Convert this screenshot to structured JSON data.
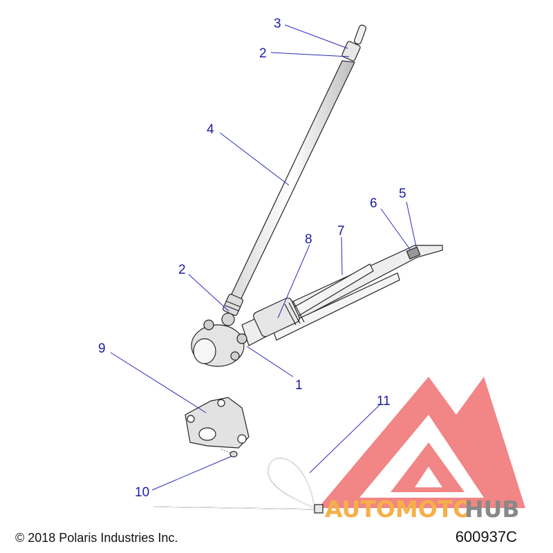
{
  "callouts": [
    {
      "id": "c-3-top",
      "label": "3"
    },
    {
      "id": "c-2-top",
      "label": "2"
    },
    {
      "id": "c-4",
      "label": "4"
    },
    {
      "id": "c-5",
      "label": "5"
    },
    {
      "id": "c-6",
      "label": "6"
    },
    {
      "id": "c-7",
      "label": "7"
    },
    {
      "id": "c-8",
      "label": "8"
    },
    {
      "id": "c-2-bottom",
      "label": "2"
    },
    {
      "id": "c-1",
      "label": "1"
    },
    {
      "id": "c-9",
      "label": "9"
    },
    {
      "id": "c-11",
      "label": "11"
    },
    {
      "id": "c-10",
      "label": "10"
    }
  ],
  "footer": {
    "copyright": "© 2018 Polaris Industries Inc.",
    "figure_number": "600937C"
  },
  "watermark": {
    "text_part1": "AUTOMOTO",
    "text_part2": "HUB",
    "color_primary": "#f07070",
    "color_accent": "#f5b04a",
    "color_dark": "#888888"
  },
  "colors": {
    "callout": "#1a1aa8",
    "part_fill": "#f2f2f2",
    "part_stroke": "#222222"
  }
}
